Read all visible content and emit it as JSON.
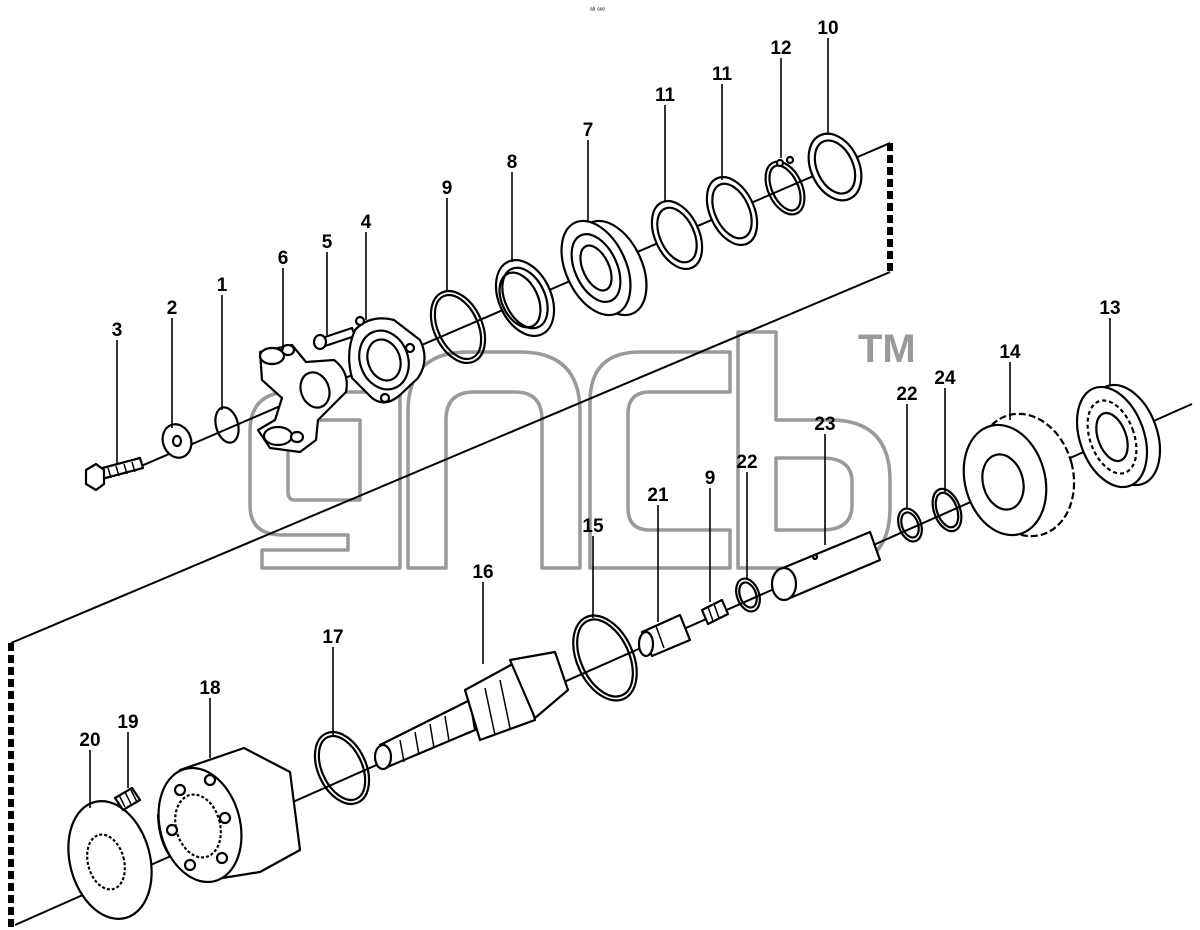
{
  "header": {
    "small_text": "ᵃᵇ ᵉᵉᵉ"
  },
  "watermark": {
    "trademark": "TM"
  },
  "callouts": {
    "p1": "1",
    "p2": "2",
    "p3": "3",
    "p4": "4",
    "p5": "5",
    "p6": "6",
    "p7": "7",
    "p8": "8",
    "p9a": "9",
    "p9b": "9",
    "p10": "10",
    "p11a": "11",
    "p11b": "11",
    "p12": "12",
    "p13": "13",
    "p14": "14",
    "p15": "15",
    "p16": "16",
    "p17": "17",
    "p18": "18",
    "p19": "19",
    "p20": "20",
    "p21": "21",
    "p22a": "22",
    "p22b": "22",
    "p23": "23",
    "p24": "24"
  },
  "colors": {
    "ink": "#000000",
    "watermark": "#9a9a9a",
    "background": "#ffffff"
  }
}
